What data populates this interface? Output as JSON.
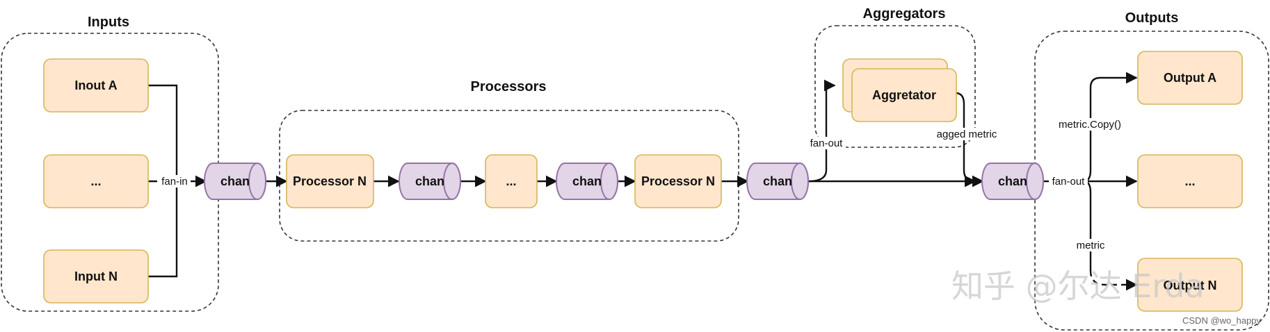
{
  "groups": {
    "inputs": "Inputs",
    "processors": "Processors",
    "aggregators": "Aggregators",
    "outputs": "Outputs"
  },
  "nodes": {
    "input_a": "Inout A",
    "input_mid": "...",
    "input_n": "Input N",
    "processor_1": "Processor N",
    "processor_mid": "...",
    "processor_n": "Processor N",
    "aggregator": "Aggretator",
    "output_a": "Output A",
    "output_mid": "...",
    "output_n": "Output N"
  },
  "channels": {
    "chan_1": "chan",
    "chan_2": "chan",
    "chan_3": "chan",
    "chan_4": "chan",
    "chan_5": "chan"
  },
  "edge_labels": {
    "fan_in": "fan-in",
    "fan_out_agg": "fan-out",
    "aggregated_metric": "agged metric",
    "fan_out_outputs": "fan-out",
    "metric_copy": "metric.Copy()",
    "metric": "metric"
  },
  "watermark": {
    "main": "知乎 @尔达 Erda",
    "credit": "CSDN @wo_happy"
  }
}
